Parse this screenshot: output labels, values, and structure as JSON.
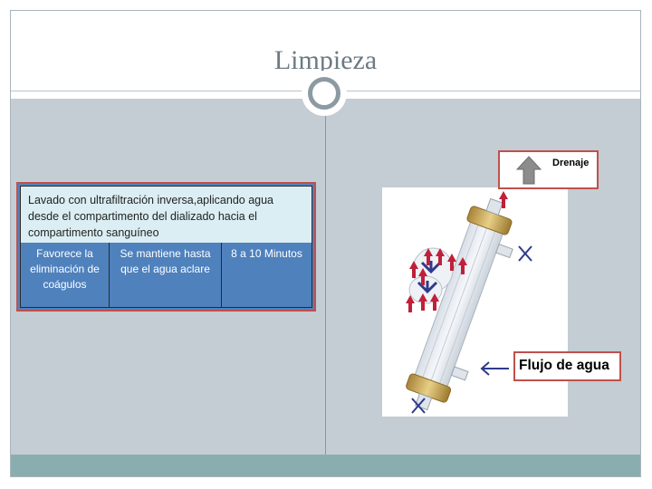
{
  "slide": {
    "title": "Limpieza"
  },
  "table": {
    "header": "Lavado con ultrafiltración inversa,aplicando  agua desde el compartimento  del dializado hacia el compartimento  sanguíneo",
    "cells": [
      "Favorece la eliminación de coágulos",
      "Se mantiene hasta que el agua aclare",
      "8 a 10 Minutos"
    ]
  },
  "diagram": {
    "drain_label": "Drenaje",
    "flow_label": "Flujo de agua",
    "colors": {
      "box_border": "#c0504d",
      "arrow_red": "#c0203a",
      "arrow_gray": "#8c8c8c",
      "flow_arrow": "#2e3a8c"
    }
  },
  "colors": {
    "content_bg": "#c3cdd3",
    "footer_band": "#8aaeb0",
    "table_blue": "#4f81bd",
    "table_header": "#dbeef3"
  }
}
